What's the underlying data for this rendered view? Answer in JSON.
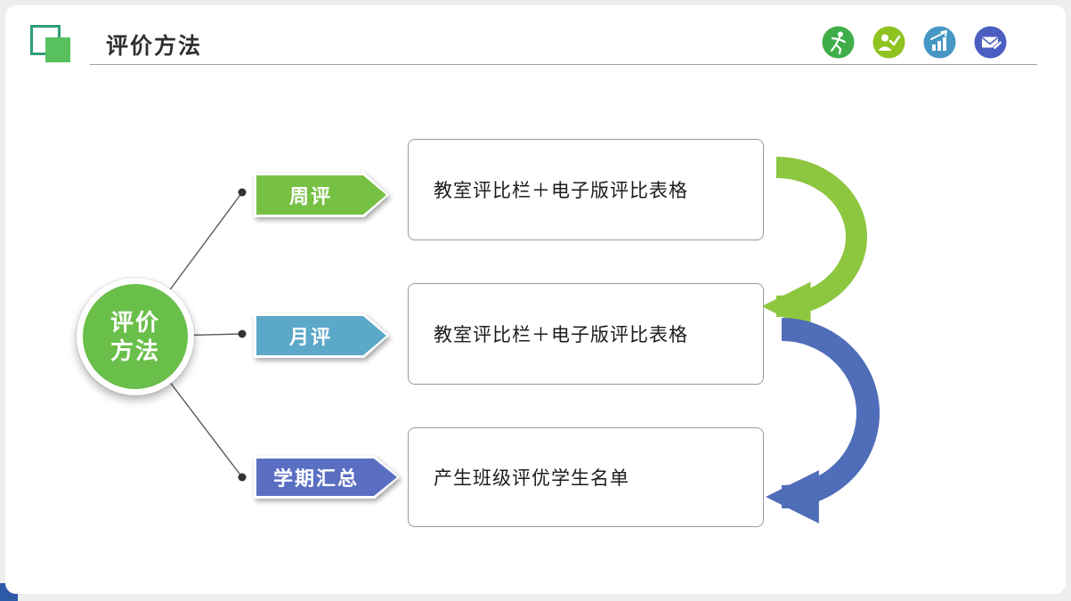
{
  "header": {
    "title": "评价方法",
    "logo_outline_color": "#2e9d7c",
    "logo_fill_color": "#58c15e",
    "icons": [
      {
        "name": "runner-icon",
        "color": "#3fae49"
      },
      {
        "name": "person-check-icon",
        "color": "#8fc31f"
      },
      {
        "name": "bar-chart-icon",
        "color": "#4697c4"
      },
      {
        "name": "mail-pen-icon",
        "color": "#4a5ec1"
      }
    ]
  },
  "diagram": {
    "center": {
      "line1": "评价",
      "line2": "方法",
      "color": "#6abf4b"
    },
    "items": [
      {
        "label": "周评",
        "description": "教室评比栏＋电子版评比表格",
        "color": "#76c043"
      },
      {
        "label": "月评",
        "description": "教室评比栏＋电子版评比表格",
        "color": "#5ba8c9"
      },
      {
        "label": "学期汇总",
        "description": "产生班级评优学生名单",
        "color": "#5a6fc2"
      }
    ],
    "arrows": [
      {
        "name": "green-curved-arrow",
        "color": "#8dc63f"
      },
      {
        "name": "blue-curved-arrow",
        "color": "#4f6db8"
      }
    ]
  }
}
